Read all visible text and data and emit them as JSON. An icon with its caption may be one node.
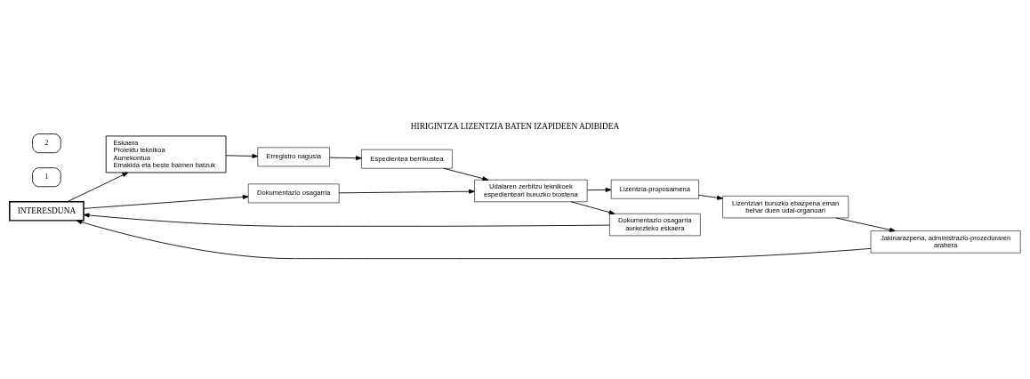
{
  "diagram": {
    "title": "HIRIGINTZA LIZENTZIA BATEN IZAPIDEEN ADIBIDEA",
    "nodes": [
      {
        "text": [
          "INTERESDUNA"
        ]
      },
      {
        "text": [
          "Eskaera",
          "Proiektu teknikoa",
          "Aurrekontua",
          "Emakida eta beste baimen batzuk"
        ]
      },
      {
        "text": [
          "Erregistro nagusia"
        ]
      },
      {
        "text": [
          "Espedientea berrikustea"
        ]
      },
      {
        "text": [
          "Udalaren zerbitzu teknikoek espedienteari buruzko txostena"
        ]
      },
      {
        "text": [
          "Dokumentazio osagarria aurkezteko eskaera"
        ]
      },
      {
        "text": [
          "Dokumentazio osagarria"
        ]
      },
      {
        "text": [
          "Lizentzia-proposamena"
        ]
      },
      {
        "text": [
          "Lizentziari buruzko ebazpena eman behar duen udal-organoari"
        ]
      },
      {
        "text": [
          "Jakinarazpena, administrazio-prozeduraren arabera"
        ]
      },
      {
        "text": [
          "1"
        ]
      },
      {
        "text": [
          "2"
        ]
      }
    ],
    "edges": [
      {
        "from": 0,
        "to": 1,
        "arrow": "to"
      },
      {
        "from": 1,
        "to": 2,
        "arrow": "to"
      },
      {
        "from": 2,
        "to": 3,
        "arrow": "to"
      },
      {
        "from": 3,
        "to": 4,
        "arrow": "to"
      },
      {
        "from": 4,
        "to": 5,
        "arrow": "to"
      },
      {
        "from": 5,
        "to": 0,
        "arrow": "to"
      },
      {
        "from": 0,
        "to": 6,
        "arrow": "to"
      },
      {
        "from": 6,
        "to": 4,
        "arrow": "to"
      },
      {
        "from": 4,
        "to": 7,
        "arrow": "to"
      },
      {
        "from": 7,
        "to": 8,
        "arrow": "to"
      },
      {
        "from": 8,
        "to": 9,
        "arrow": "to"
      },
      {
        "from": 9,
        "to": 0,
        "arrow": "to"
      }
    ]
  }
}
